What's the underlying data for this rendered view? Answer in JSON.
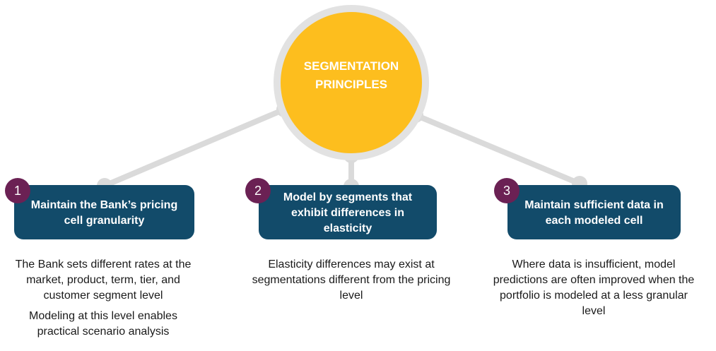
{
  "center": {
    "title": "SEGMENTATION PRINCIPLES"
  },
  "principles": [
    {
      "number": "1",
      "heading": "Maintain the Bank’s pricing cell granularity",
      "paragraphs": [
        "The Bank sets different rates at the market, product, term, tier, and customer segment level",
        "Modeling at this level enables practical scenario analysis"
      ]
    },
    {
      "number": "2",
      "heading": "Model by segments that exhibit differences in elasticity",
      "paragraphs": [
        "Elasticity differences may exist at segmentations different from the pricing level"
      ]
    },
    {
      "number": "3",
      "heading": "Maintain sufficient data in each modeled cell",
      "paragraphs": [
        "Where data is insufficient, model predictions are often improved when the portfolio is modeled at a less granular level"
      ]
    }
  ],
  "colors": {
    "center_fill": "#fdbe1e",
    "center_ring": "#e2e2e2",
    "box_fill": "#124b6a",
    "badge_fill": "#6b2154",
    "connector": "#dadada"
  }
}
